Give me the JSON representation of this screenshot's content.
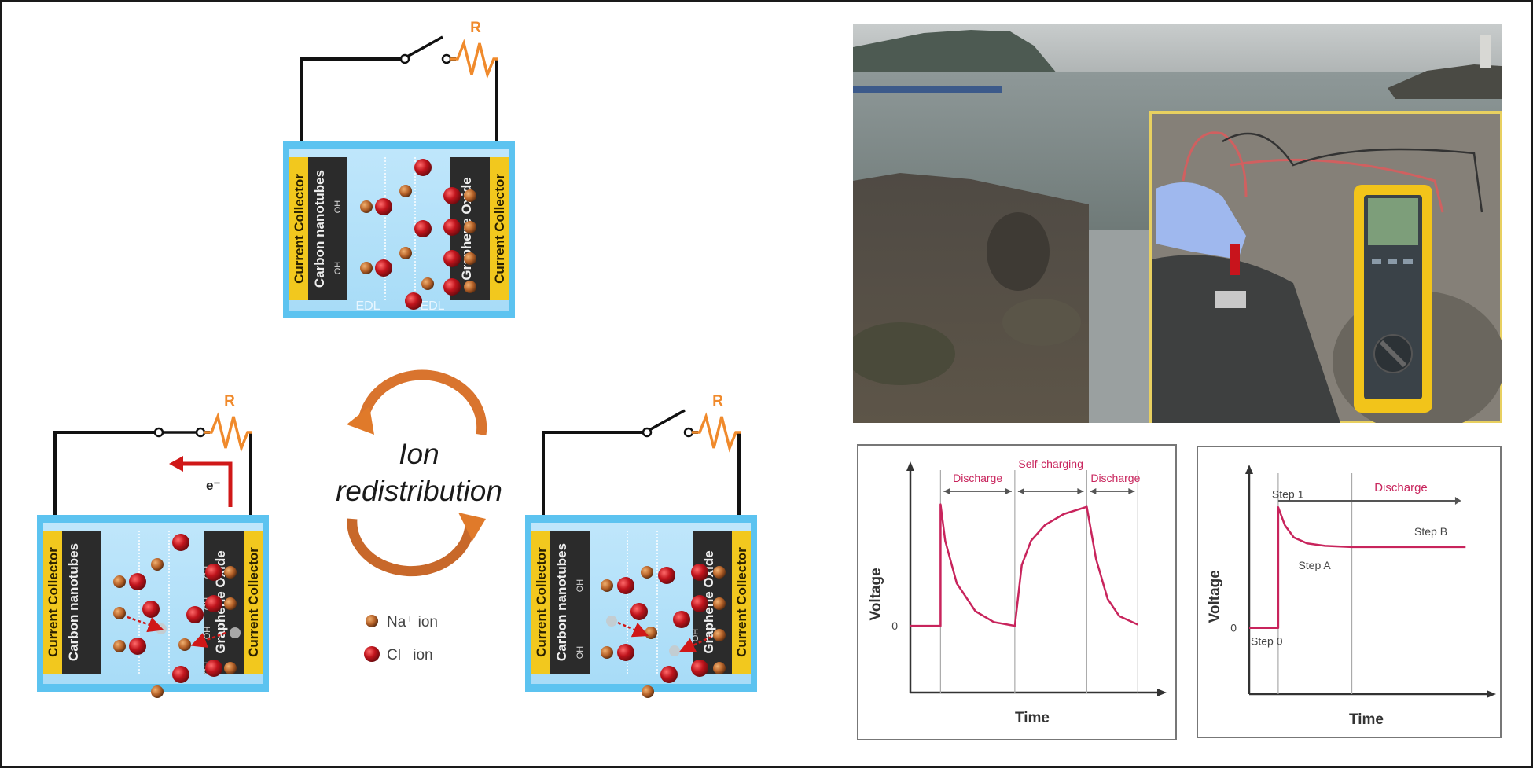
{
  "cells": {
    "top": {
      "resistor_label": "R",
      "switch_state": "open",
      "left_collector": "Current Collector",
      "left_electrode": "Carbon nanotubes",
      "right_electrode": "Graphene Oxide",
      "right_collector": "Current Collector",
      "edl_left": "EDL",
      "edl_right": "EDL",
      "oh_group": "OH"
    },
    "bottom_left": {
      "resistor_label": "R",
      "switch_state": "closed",
      "electron_label": "e⁻",
      "left_collector": "Current Collector",
      "left_electrode": "Carbon nanotubes",
      "right_electrode": "Graphene Oxide",
      "right_collector": "Current Collector",
      "oh_group": "OH"
    },
    "bottom_right": {
      "resistor_label": "R",
      "switch_state": "open",
      "left_collector": "Current Collector",
      "left_electrode": "Carbon nanotubes",
      "right_electrode": "Graphene Oxide",
      "right_collector": "Current Collector",
      "oh_group": "OH"
    }
  },
  "cycle": {
    "line1": "Ion",
    "line2": "redistribution"
  },
  "legend": {
    "items": [
      {
        "label": "Na⁺ ion",
        "color": "#b8642a"
      },
      {
        "label": "Cl⁻ ion",
        "color": "#b5141c"
      }
    ]
  },
  "photo": {
    "description": "Seaside rocky shore test with handheld multimeter (inset)"
  },
  "colors": {
    "electrolyte": "#5cc3f0",
    "collector": "#f2c81e",
    "electrode": "#2b2b2b",
    "resistor": "#f08a2c",
    "curve": "#c8245c",
    "cycle_arrow": "#d9742e"
  },
  "chart_data": [
    {
      "type": "line",
      "title": "",
      "xlabel": "Time",
      "ylabel": "Voltage",
      "y_tick_labels": [
        "0"
      ],
      "annotations": [
        "Discharge",
        "Self-charging",
        "Discharge"
      ],
      "phase_boundaries": [
        0.13,
        0.45,
        0.76,
        0.98
      ],
      "grid": false,
      "series": [
        {
          "name": "voltage",
          "x": [
            0,
            0.13,
            0.13,
            0.15,
            0.2,
            0.28,
            0.36,
            0.45,
            0.45,
            0.48,
            0.52,
            0.58,
            0.66,
            0.76,
            0.76,
            0.8,
            0.85,
            0.9,
            0.98
          ],
          "y": [
            0,
            0,
            1.0,
            0.7,
            0.35,
            0.12,
            0.03,
            0,
            0,
            0.5,
            0.7,
            0.83,
            0.92,
            0.98,
            0.98,
            0.55,
            0.22,
            0.08,
            0.01
          ]
        }
      ],
      "ylim": [
        -0.55,
        1.25
      ],
      "xlim": [
        0,
        1.05
      ]
    },
    {
      "type": "line",
      "title": "",
      "xlabel": "Time",
      "ylabel": "Voltage",
      "y_tick_labels": [
        "0"
      ],
      "annotations": [
        "Discharge",
        "Step 1",
        "Step A",
        "Step B",
        "Step 0"
      ],
      "phase_boundaries": [
        0.13,
        0.46
      ],
      "grid": false,
      "series": [
        {
          "name": "voltage",
          "x": [
            0,
            0.13,
            0.13,
            0.16,
            0.2,
            0.26,
            0.34,
            0.46,
            0.7,
            0.97
          ],
          "y": [
            0,
            0,
            1.0,
            0.85,
            0.75,
            0.7,
            0.68,
            0.67,
            0.67,
            0.67
          ]
        }
      ],
      "ylim": [
        -0.55,
        1.25
      ],
      "xlim": [
        0,
        1.05
      ]
    }
  ]
}
